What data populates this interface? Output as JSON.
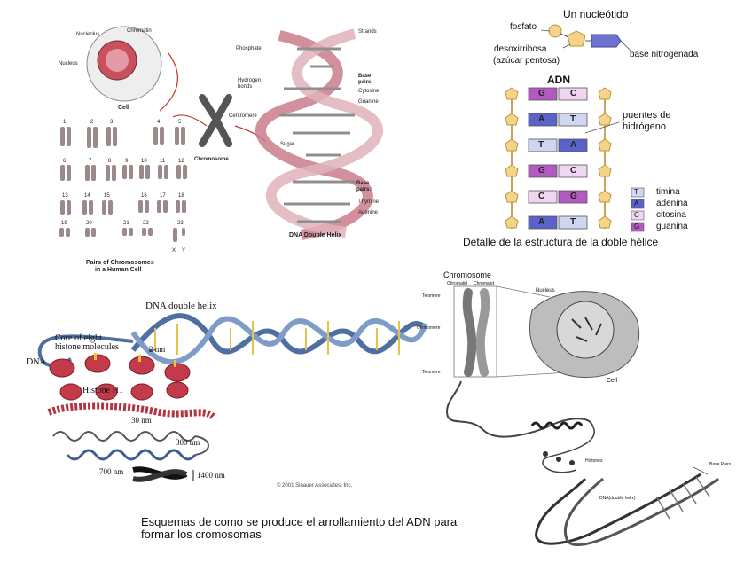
{
  "panel_top_left": {
    "cell": {
      "nucleolus": "Nucleolus",
      "chromatin": "Chromatin",
      "nucleus": "Nucleus",
      "caption": "Cell"
    },
    "centromere": "Centromere",
    "chromosome": "Chromosome",
    "karyotype_numbers": [
      "1",
      "2",
      "3",
      "4",
      "5",
      "6",
      "7",
      "8",
      "9",
      "10",
      "11",
      "12",
      "13",
      "14",
      "15",
      "16",
      "17",
      "18",
      "19",
      "20",
      "21",
      "22",
      "23"
    ],
    "sex_labels": [
      "X",
      "Y"
    ],
    "pairs_caption_1": "Pairs of Chromosomes",
    "pairs_caption_2": "in a Human Cell",
    "helix": {
      "strands": "Strands",
      "phosphate": "Phosphate",
      "hydrogen_bonds_1": "Hydrogen",
      "hydrogen_bonds_2": "bonds",
      "base_pairs_1": "Base",
      "base_pairs_2": "pairs:",
      "cytosine": "Cytosine",
      "guanine": "Guanine",
      "sugar": "Sugar",
      "base_pairs_b1": "Base",
      "base_pairs_b2": "pairs:",
      "thymine": "Thymine",
      "adenine": "Adenine",
      "caption": "DNA Double Helix"
    }
  },
  "panel_top_right": {
    "title": "Un nucleótido",
    "fosfato": "fosfato",
    "desoxirribosa": "desoxirribosa",
    "azucar": "(azúcar pentosa)",
    "base_nitrogenada": "base nitrogenada",
    "adn": "ADN",
    "puentes_1": "puentes de",
    "puentes_2": "hidrógeno",
    "pairs": [
      {
        "left": "G",
        "right": "C"
      },
      {
        "left": "A",
        "right": "T"
      },
      {
        "left": "T",
        "right": "A"
      },
      {
        "left": "G",
        "right": "C"
      },
      {
        "left": "C",
        "right": "G"
      },
      {
        "left": "A",
        "right": "T"
      }
    ],
    "legend": [
      {
        "key": "T",
        "label": "timina",
        "color": "#cfd6f2"
      },
      {
        "key": "A",
        "label": "adenina",
        "color": "#5b62c9"
      },
      {
        "key": "C",
        "label": "citosina",
        "color": "#f1d6f2"
      },
      {
        "key": "G",
        "label": "guanina",
        "color": "#b25ac2"
      }
    ],
    "caption": "Detalle de la estructura de la doble hélice"
  },
  "panel_bottom_left": {
    "dna_double_helix": "DNA double helix",
    "core_1": "Core of eight",
    "core_2": "histone molecules",
    "nm2": "2 nm",
    "dna": "DNA",
    "histone": "Histone H1",
    "nm30": "30 nm",
    "nm300": "300 nm",
    "nm700": "700 nm",
    "nm1400": "1400 nm",
    "copyright": "© 2001 Sinauer Associates, Inc."
  },
  "panel_bottom_right": {
    "chromosome": "Chromosome",
    "chromatid": "Chromatid",
    "chromatid2": "Chromatid",
    "telomere": "Telomere",
    "centromere": "Centromere",
    "telomere2": "Telomere",
    "nucleus": "Nucleus",
    "cell": "Cell",
    "histones": "Histones",
    "base_pairs": "Base Pairs",
    "dna_helix": "DNA(double helix)"
  },
  "caption_main_1": "Esquemas de como se produce el arrollamiento del ADN para",
  "caption_main_2": "formar los cromosomas"
}
